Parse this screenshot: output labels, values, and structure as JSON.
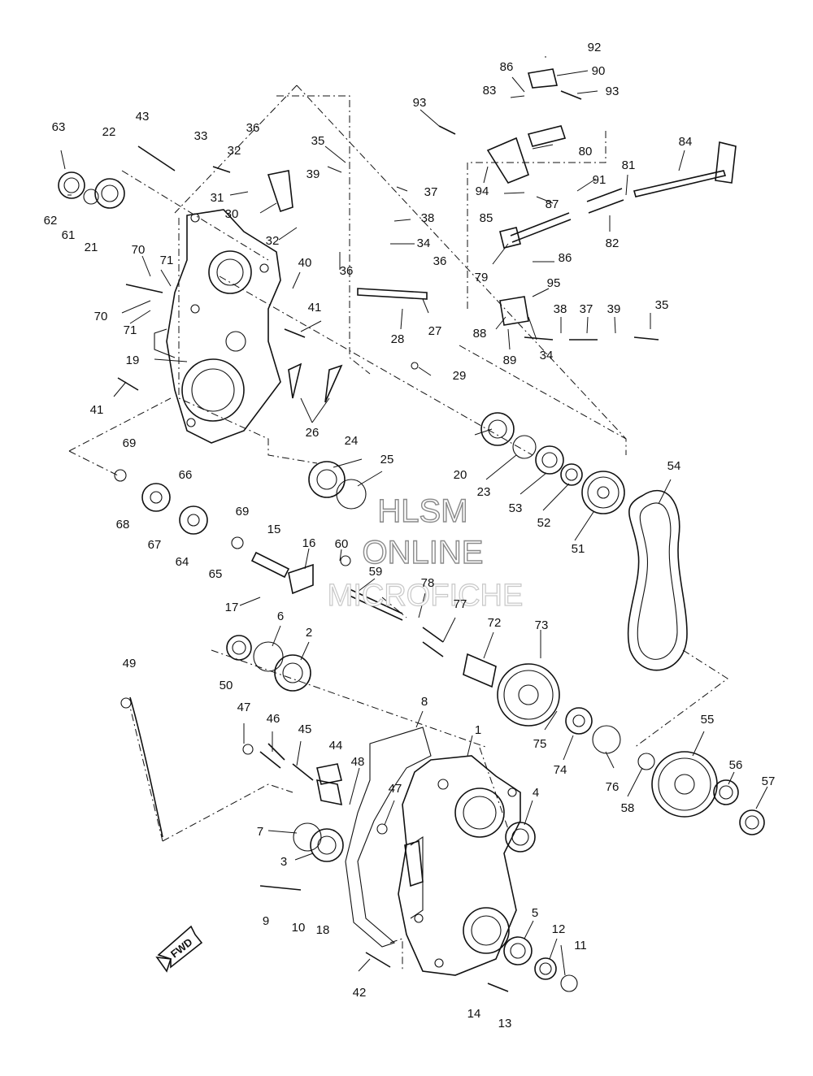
{
  "watermark": {
    "line1": "HLSM",
    "line2": "ONLINE",
    "line3": "MICROFICHE"
  },
  "direction_badge": {
    "label": "FWD"
  },
  "callouts": [
    {
      "id": "c1",
      "text": "1"
    },
    {
      "id": "c2",
      "text": "2"
    },
    {
      "id": "c3",
      "text": "3"
    },
    {
      "id": "c4",
      "text": "4"
    },
    {
      "id": "c5",
      "text": "5"
    },
    {
      "id": "c6",
      "text": "6"
    },
    {
      "id": "c7",
      "text": "7"
    },
    {
      "id": "c8",
      "text": "8"
    },
    {
      "id": "c9",
      "text": "9"
    },
    {
      "id": "c10",
      "text": "10"
    },
    {
      "id": "c11",
      "text": "11"
    },
    {
      "id": "c12",
      "text": "12"
    },
    {
      "id": "c13",
      "text": "13"
    },
    {
      "id": "c14",
      "text": "14"
    },
    {
      "id": "c15",
      "text": "15"
    },
    {
      "id": "c16",
      "text": "16"
    },
    {
      "id": "c17",
      "text": "17"
    },
    {
      "id": "c18",
      "text": "18"
    },
    {
      "id": "c19",
      "text": "19"
    },
    {
      "id": "c20",
      "text": "20"
    },
    {
      "id": "c21",
      "text": "21"
    },
    {
      "id": "c22",
      "text": "22"
    },
    {
      "id": "c23",
      "text": "23"
    },
    {
      "id": "c24",
      "text": "24"
    },
    {
      "id": "c25",
      "text": "25"
    },
    {
      "id": "c26",
      "text": "26"
    },
    {
      "id": "c27",
      "text": "27"
    },
    {
      "id": "c28",
      "text": "28"
    },
    {
      "id": "c29",
      "text": "29"
    },
    {
      "id": "c30",
      "text": "30"
    },
    {
      "id": "c31",
      "text": "31"
    },
    {
      "id": "c32a",
      "text": "32"
    },
    {
      "id": "c32b",
      "text": "32"
    },
    {
      "id": "c33",
      "text": "33"
    },
    {
      "id": "c34a",
      "text": "34"
    },
    {
      "id": "c34b",
      "text": "34"
    },
    {
      "id": "c35a",
      "text": "35"
    },
    {
      "id": "c35b",
      "text": "35"
    },
    {
      "id": "c36a",
      "text": "36"
    },
    {
      "id": "c36b",
      "text": "36"
    },
    {
      "id": "c36c",
      "text": "36"
    },
    {
      "id": "c37a",
      "text": "37"
    },
    {
      "id": "c37b",
      "text": "37"
    },
    {
      "id": "c38a",
      "text": "38"
    },
    {
      "id": "c38b",
      "text": "38"
    },
    {
      "id": "c39a",
      "text": "39"
    },
    {
      "id": "c39b",
      "text": "39"
    },
    {
      "id": "c40",
      "text": "40"
    },
    {
      "id": "c41a",
      "text": "41"
    },
    {
      "id": "c41b",
      "text": "41"
    },
    {
      "id": "c42",
      "text": "42"
    },
    {
      "id": "c43",
      "text": "43"
    },
    {
      "id": "c44",
      "text": "44"
    },
    {
      "id": "c45",
      "text": "45"
    },
    {
      "id": "c46",
      "text": "46"
    },
    {
      "id": "c47a",
      "text": "47"
    },
    {
      "id": "c47b",
      "text": "47"
    },
    {
      "id": "c48",
      "text": "48"
    },
    {
      "id": "c49",
      "text": "49"
    },
    {
      "id": "c50",
      "text": "50"
    },
    {
      "id": "c51",
      "text": "51"
    },
    {
      "id": "c52",
      "text": "52"
    },
    {
      "id": "c53",
      "text": "53"
    },
    {
      "id": "c54",
      "text": "54"
    },
    {
      "id": "c55",
      "text": "55"
    },
    {
      "id": "c56",
      "text": "56"
    },
    {
      "id": "c57",
      "text": "57"
    },
    {
      "id": "c58",
      "text": "58"
    },
    {
      "id": "c59",
      "text": "59"
    },
    {
      "id": "c60",
      "text": "60"
    },
    {
      "id": "c61",
      "text": "61"
    },
    {
      "id": "c62",
      "text": "62"
    },
    {
      "id": "c63",
      "text": "63"
    },
    {
      "id": "c64",
      "text": "64"
    },
    {
      "id": "c65",
      "text": "65"
    },
    {
      "id": "c66",
      "text": "66"
    },
    {
      "id": "c67",
      "text": "67"
    },
    {
      "id": "c68",
      "text": "68"
    },
    {
      "id": "c69a",
      "text": "69"
    },
    {
      "id": "c69b",
      "text": "69"
    },
    {
      "id": "c70a",
      "text": "70"
    },
    {
      "id": "c70b",
      "text": "70"
    },
    {
      "id": "c71a",
      "text": "71"
    },
    {
      "id": "c71b",
      "text": "71"
    },
    {
      "id": "c72",
      "text": "72"
    },
    {
      "id": "c73",
      "text": "73"
    },
    {
      "id": "c74",
      "text": "74"
    },
    {
      "id": "c75",
      "text": "75"
    },
    {
      "id": "c76",
      "text": "76"
    },
    {
      "id": "c77",
      "text": "77"
    },
    {
      "id": "c78",
      "text": "78"
    },
    {
      "id": "c79",
      "text": "79"
    },
    {
      "id": "c80",
      "text": "80"
    },
    {
      "id": "c81",
      "text": "81"
    },
    {
      "id": "c82",
      "text": "82"
    },
    {
      "id": "c83",
      "text": "83"
    },
    {
      "id": "c84",
      "text": "84"
    },
    {
      "id": "c85",
      "text": "85"
    },
    {
      "id": "c86a",
      "text": "86"
    },
    {
      "id": "c86b",
      "text": "86"
    },
    {
      "id": "c87",
      "text": "87"
    },
    {
      "id": "c88",
      "text": "88"
    },
    {
      "id": "c89",
      "text": "89"
    },
    {
      "id": "c90",
      "text": "90"
    },
    {
      "id": "c91",
      "text": "91"
    },
    {
      "id": "c92",
      "text": "92"
    },
    {
      "id": "c93a",
      "text": "93"
    },
    {
      "id": "c93b",
      "text": "93"
    },
    {
      "id": "c94",
      "text": "94"
    },
    {
      "id": "c95",
      "text": "95"
    }
  ]
}
